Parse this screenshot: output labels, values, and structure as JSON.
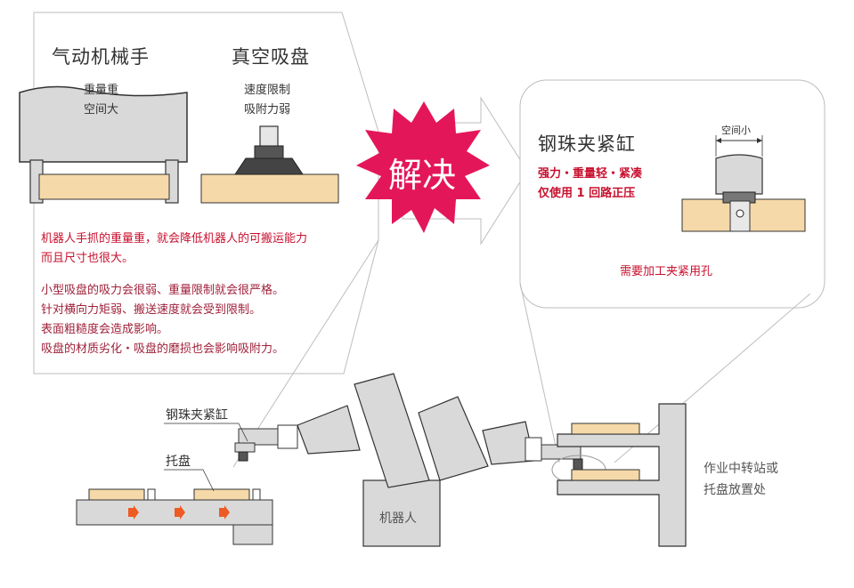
{
  "left_panel": {
    "gripper": {
      "title": "气动机械手",
      "note_line1": "重量重",
      "note_line2": "空间大"
    },
    "suction": {
      "title": "真空吸盘",
      "note_line1": "速度限制",
      "note_line2": "吸附力弱"
    },
    "problem_line1": "机器人手抓的重量重，就会降低机器人的可搬运能力",
    "problem_line2": "而且尺寸也很大。",
    "issues": [
      "小型吸盘的吸力会很弱、重量限制就会很严格。",
      "针对横向力矩弱、搬送速度就会受到限制。",
      "表面粗糙度会造成影响。",
      "吸盘的材质劣化・吸盘的磨损也会影响吸附力。"
    ]
  },
  "burst": {
    "label": "解决"
  },
  "right_panel": {
    "title": "钢珠夹紧缸",
    "feature_line1": "强力・重量轻・紧凑",
    "feature_line2": "仅使用 1 回路正压",
    "space_label": "空间小",
    "requirement": "需要加工夹紧用孔"
  },
  "scene": {
    "cylinder_label": "钢珠夹紧缸",
    "tray_label": "托盘",
    "robot_label": "机器人",
    "station_line1": "作业中转站或",
    "station_line2": "托盘放置处"
  },
  "colors": {
    "accent_red": "#e4165a",
    "text_red": "#c8102e",
    "tray_tan": "#f6d9a8",
    "metal_gray": "#d8d8d8",
    "arrow_orange": "#ee5a24"
  }
}
